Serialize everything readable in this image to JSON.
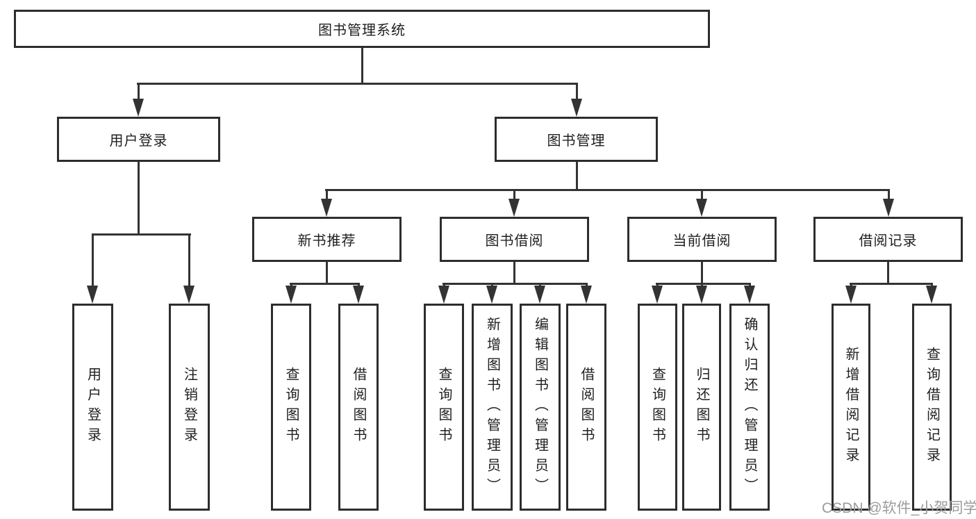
{
  "diagram": {
    "title": "图书管理系统",
    "root": {
      "label": "图书管理系统"
    },
    "branches": [
      {
        "label": "用户登录",
        "leaves": [
          {
            "label": "用户登录"
          },
          {
            "label": "注销登录"
          }
        ]
      },
      {
        "label": "图书管理",
        "children": [
          {
            "label": "新书推荐",
            "leaves": [
              {
                "label": "查询图书"
              },
              {
                "label": "借阅图书"
              }
            ]
          },
          {
            "label": "图书借阅",
            "leaves": [
              {
                "label": "查询图书"
              },
              {
                "label": "新增图书（管理员）"
              },
              {
                "label": "编辑图书（管理员）"
              },
              {
                "label": "借阅图书"
              }
            ]
          },
          {
            "label": "当前借阅",
            "leaves": [
              {
                "label": "查询图书"
              },
              {
                "label": "归还图书"
              },
              {
                "label": "确认归还（管理员）"
              }
            ]
          },
          {
            "label": "借阅记录",
            "leaves": [
              {
                "label": "新增借阅记录"
              },
              {
                "label": "查询借阅记录"
              }
            ]
          }
        ]
      }
    ]
  },
  "watermark": {
    "text": "CSDN @软件_小贺同学"
  },
  "colors": {
    "background": "#ffffff",
    "line": "#333333",
    "box_border": "#2d2d2d",
    "text": "#1f1f1f",
    "watermark": "#9c9c9c"
  }
}
